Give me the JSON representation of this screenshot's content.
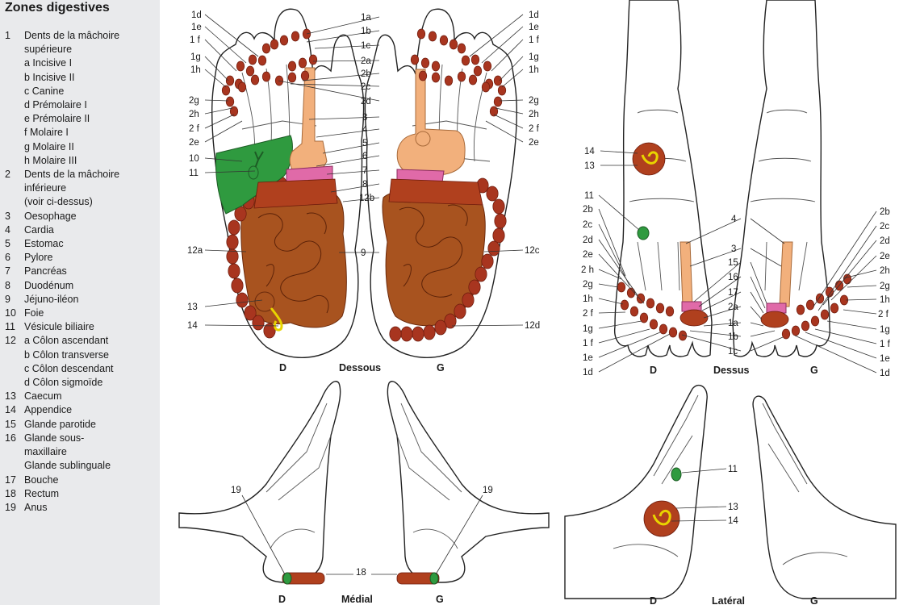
{
  "legend": {
    "title": "Zones digestives",
    "items": [
      {
        "num": "1",
        "text": "Dents de la mâchoire\nsupérieure\na Incisive I\nb Incisive II\nc Canine\nd Prémolaire I\ne Prémolaire II\nf  Molaire I\ng Molaire II\nh Molaire III"
      },
      {
        "num": "2",
        "text": "Dents de la mâchoire\ninférieure\n(voir ci-dessus)"
      },
      {
        "num": "3",
        "text": "Oesophage"
      },
      {
        "num": "4",
        "text": "Cardia"
      },
      {
        "num": "5",
        "text": "Estomac"
      },
      {
        "num": "6",
        "text": "Pylore"
      },
      {
        "num": "7",
        "text": "Pancréas"
      },
      {
        "num": "8",
        "text": "Duodénum"
      },
      {
        "num": "9",
        "text": "Jéjuno-iléon"
      },
      {
        "num": "10",
        "text": "Foie"
      },
      {
        "num": "11",
        "text": "Vésicule biliaire"
      },
      {
        "num": "12",
        "text": "a Côlon ascendant\nb Côlon transverse\nc Côlon descendant\nd Côlon sigmoïde"
      },
      {
        "num": "13",
        "text": "Caecum"
      },
      {
        "num": "14",
        "text": "Appendice"
      },
      {
        "num": "15",
        "text": "Glande parotide"
      },
      {
        "num": "16",
        "text": "Glande sous-\nmaxillaire\nGlande sublinguale"
      },
      {
        "num": "17",
        "text": "Bouche"
      },
      {
        "num": "18",
        "text": "Rectum"
      },
      {
        "num": "19",
        "text": "Anus"
      }
    ]
  },
  "views": {
    "dessous": "Dessous",
    "dessus": "Dessus",
    "medial": "Médial",
    "lateral": "Latéral",
    "right_foot": "D",
    "left_foot": "G"
  },
  "colors": {
    "teeth": "#a8351f",
    "intestine": "#a8531f",
    "oesophagus": "#f2b07c",
    "liver": "#2f9a3f",
    "pancreas": "#e06aa8",
    "appendix": "#f2e600",
    "panel": "#e9eaec"
  },
  "labels": {
    "sole_right": [
      "1d",
      "1e",
      "1 f",
      "1g",
      "1h",
      "2g",
      "2h",
      "2 f",
      "2e",
      "10",
      "11",
      "12a",
      "13",
      "14"
    ],
    "sole_center": [
      "1a",
      "1b",
      "1c",
      "2a",
      "2b",
      "2c",
      "2d",
      "3",
      "4",
      "5",
      "6",
      "7",
      "8",
      "12b",
      "9"
    ],
    "sole_left": [
      "1d",
      "1e",
      "1 f",
      "1g",
      "1h",
      "2g",
      "2h",
      "2 f",
      "2e",
      "12c",
      "12d"
    ],
    "dorsal_right": [
      "14",
      "13",
      "11",
      "2b",
      "2c",
      "2d",
      "2e",
      "2 h",
      "2g",
      "1h",
      "2 f",
      "1g",
      "1 f",
      "1e",
      "1d"
    ],
    "dorsal_center": [
      "4",
      "3",
      "15",
      "16",
      "17",
      "2a",
      "1a",
      "1b",
      "1c"
    ],
    "dorsal_left": [
      "2b",
      "2c",
      "2d",
      "2e",
      "2h",
      "2g",
      "1h",
      "2 f",
      "1g",
      "1 f",
      "1e",
      "1d"
    ],
    "medial": [
      "19",
      "19",
      "18"
    ],
    "lateral": [
      "11",
      "13",
      "14"
    ]
  }
}
